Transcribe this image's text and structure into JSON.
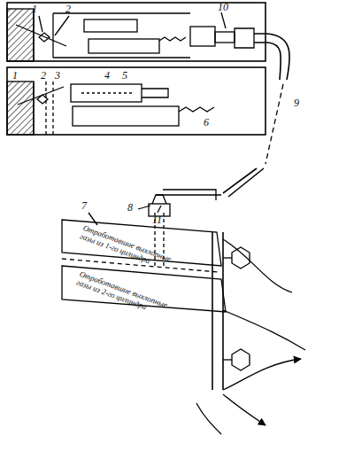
{
  "diagram": {
    "labels": [
      "1",
      "2",
      "10",
      "9",
      "1",
      "2",
      "3",
      "4",
      "5",
      "6",
      "7",
      "8",
      "11",
      "Отработавшие выхлопные газы из 1-го цилиндра",
      "Отработавшие выхлопные газы из 2-го цилиндра"
    ]
  }
}
